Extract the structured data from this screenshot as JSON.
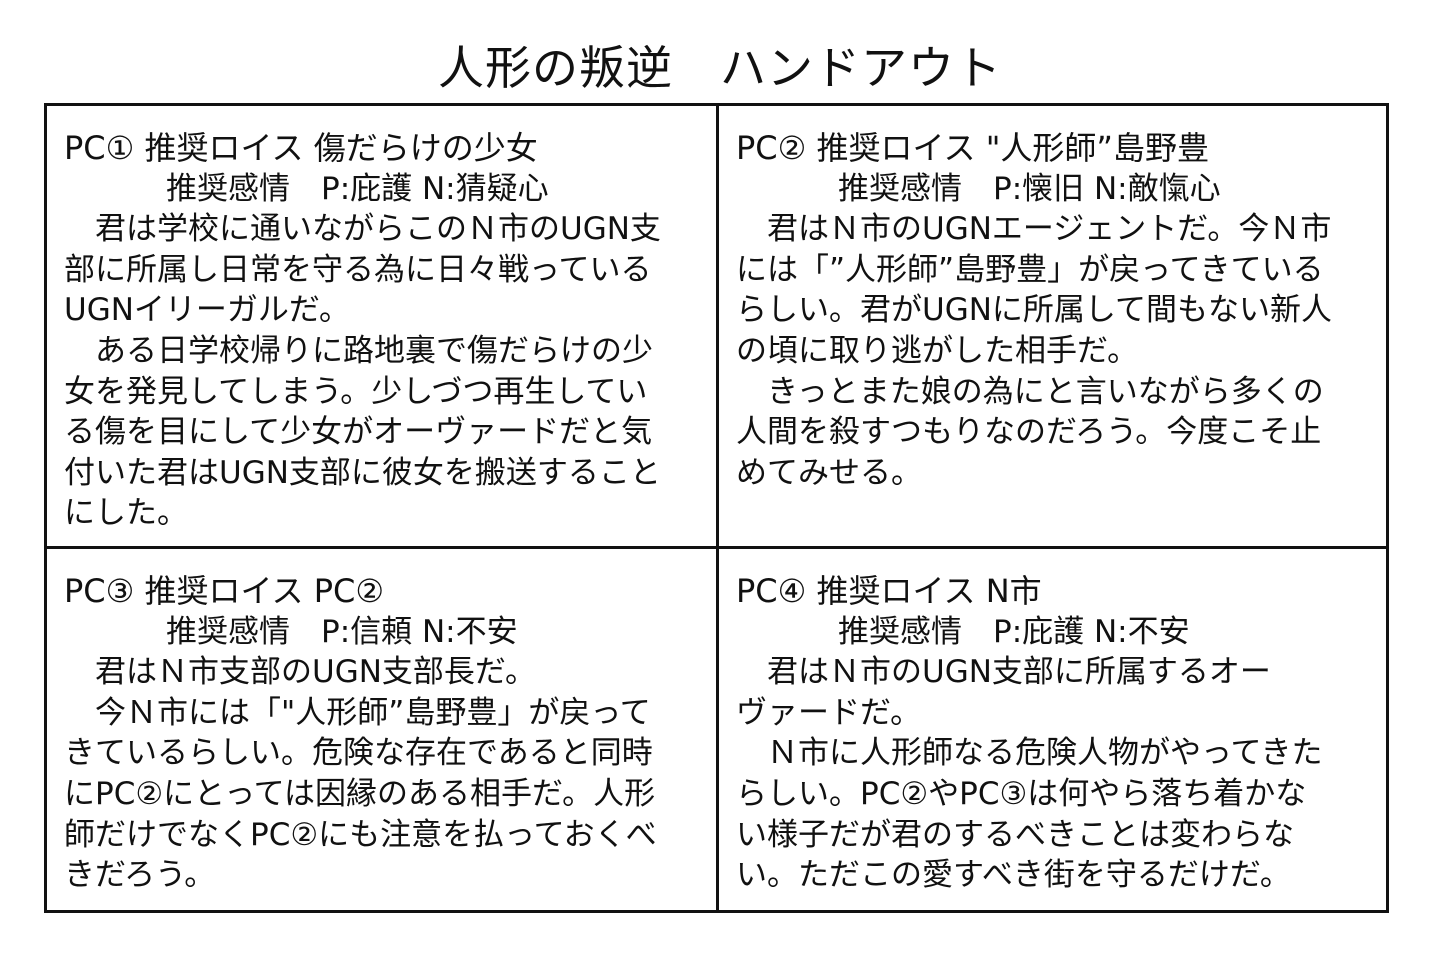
{
  "title": "人形の叛逆　ハンドアウト",
  "cells": [
    {
      "heading": "PC① 推奨ロイス 傷だらけの少女",
      "emotion": "推奨感情　P:庇護 N:猜疑心",
      "lines": [
        "　君は学校に通いながらこのＮ市のUGN支",
        "部に所属し日常を守る為に日々戦っている",
        "UGNイリーガルだ。",
        "　ある日学校帰りに路地裏で傷だらけの少",
        "女を発見してしまう。少しづつ再生してい",
        "る傷を目にして少女がオーヴァードだと気",
        "付いた君はUGN支部に彼女を搬送すること",
        "にした。"
      ]
    },
    {
      "heading": "PC② 推奨ロイス \"人形師”島野豊",
      "emotion": "推奨感情　P:懐旧 N:敵愾心",
      "lines": [
        "　君はＮ市のUGNエージェントだ。今Ｎ市",
        "には「”人形師”島野豊」が戻ってきている",
        "らしい。君がUGNに所属して間もない新人",
        "の頃に取り逃がした相手だ。",
        "　きっとまた娘の為にと言いながら多くの",
        "人間を殺すつもりなのだろう。今度こそ止",
        "めてみせる。"
      ]
    },
    {
      "heading": "PC③ 推奨ロイス PC②",
      "emotion": "推奨感情　P:信頼 N:不安",
      "lines": [
        "　君はＮ市支部のUGN支部長だ。",
        "　今Ｎ市には「\"人形師”島野豊」が戻って",
        "きているらしい。危険な存在であると同時",
        "にPC②にとっては因縁のある相手だ。人形",
        "師だけでなくPC②にも注意を払っておくべ",
        "きだろう。"
      ]
    },
    {
      "heading": "PC④ 推奨ロイス N市",
      "emotion": "推奨感情　P:庇護 N:不安",
      "lines": [
        "　君はＮ市のUGN支部に所属するオー",
        "ヴァードだ。",
        "　Ｎ市に人形師なる危険人物がやってきた",
        "らしい。PC②やPC③は何やら落ち着かな",
        "い様子だが君のするべきことは変わらな",
        "い。ただこの愛すべき街を守るだけだ。"
      ]
    }
  ]
}
